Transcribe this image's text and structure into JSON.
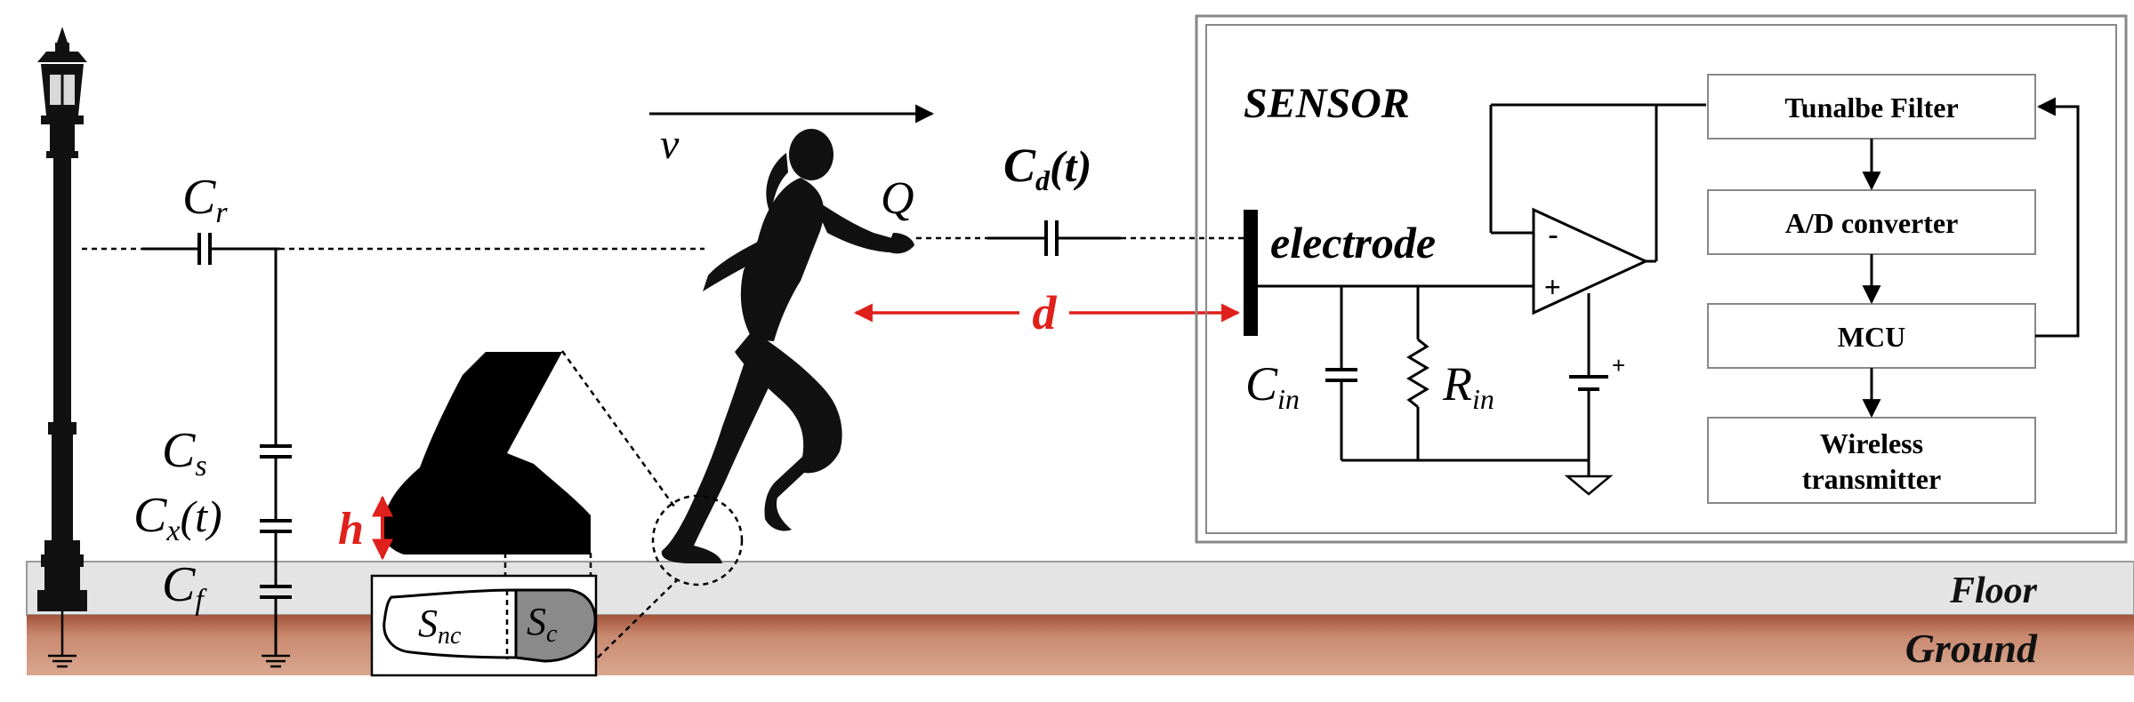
{
  "labels": {
    "v": "v",
    "cr_main": "C",
    "cr_sub": "r",
    "q": "Q",
    "cd_main": "C",
    "cd_sub": "d",
    "cd_tail": "(t)",
    "sensor": "SENSOR",
    "electrode": "electrode",
    "d": "d",
    "cin_main": "C",
    "cin_sub": "in",
    "rin_main": "R",
    "rin_sub": "in",
    "cs_main": "C",
    "cs_sub": "s",
    "cx_main": "C",
    "cx_sub": "x",
    "cx_tail": "(t)",
    "cf_main": "C",
    "cf_sub": "f",
    "h": "h",
    "snc_main": "S",
    "snc_sub": "nc",
    "sc_main": "S",
    "sc_sub": "c",
    "floor": "Floor",
    "ground": "Ground",
    "opamp_minus": "-",
    "opamp_plus": "+",
    "battery_plus": "+"
  },
  "blocks": {
    "filter": "Tunalbe Filter",
    "adc": "A/D converter",
    "mcu": "MCU",
    "wireless_line1": "Wireless",
    "wireless_line2": "transmitter"
  },
  "colors": {
    "accent_red": "#e0201b",
    "floor": "#e6e6e6",
    "ground": "#b86a4c",
    "silhouette": "#111111"
  }
}
